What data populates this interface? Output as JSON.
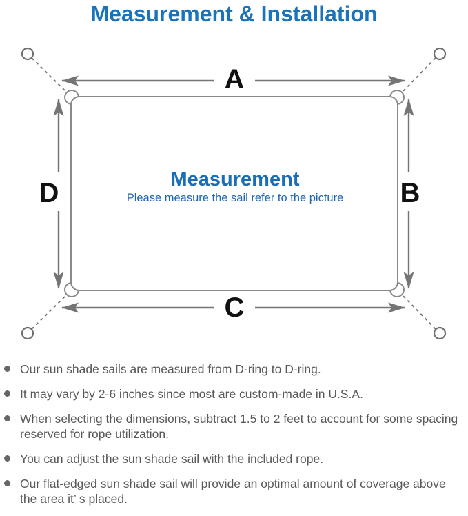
{
  "title": "Measurement & Installation",
  "diagram": {
    "dimension_labels": {
      "top": "A",
      "right": "B",
      "bottom": "C",
      "left": "D"
    },
    "center": {
      "heading": "Measurement",
      "subheading": "Please measure the sail refer to the picture"
    },
    "icons": {
      "anchor_ring": "circle-outline",
      "d_ring": "half-ring-bump",
      "dimension_arrow": "double-headed-arrow",
      "rope": "dashed-line"
    }
  },
  "notes": [
    "Our sun shade sails are measured from D-ring to D-ring.",
    "It may vary by 2-6 inches since most are custom-made in U.S.A.",
    "When selecting the dimensions, subtract 1.5 to 2 feet to account for some spacing reserved for rope utilization.",
    "You can adjust the sun shade sail with the included rope.",
    "Our flat-edged sun shade sail will provide an optimal amount of coverage above the area it’ s placed."
  ],
  "notes_bullet_glyph": "●",
  "colors": {
    "accent_blue": "#1b74ba",
    "center_heading_blue": "#1b6db6",
    "center_subheading_blue": "#2166ad",
    "dimension_gray": "#757575",
    "outline_gray": "#8a8a8a",
    "dash_gray": "#6f6f6f",
    "label_black": "#111111",
    "note_text_gray": "#57585a"
  }
}
